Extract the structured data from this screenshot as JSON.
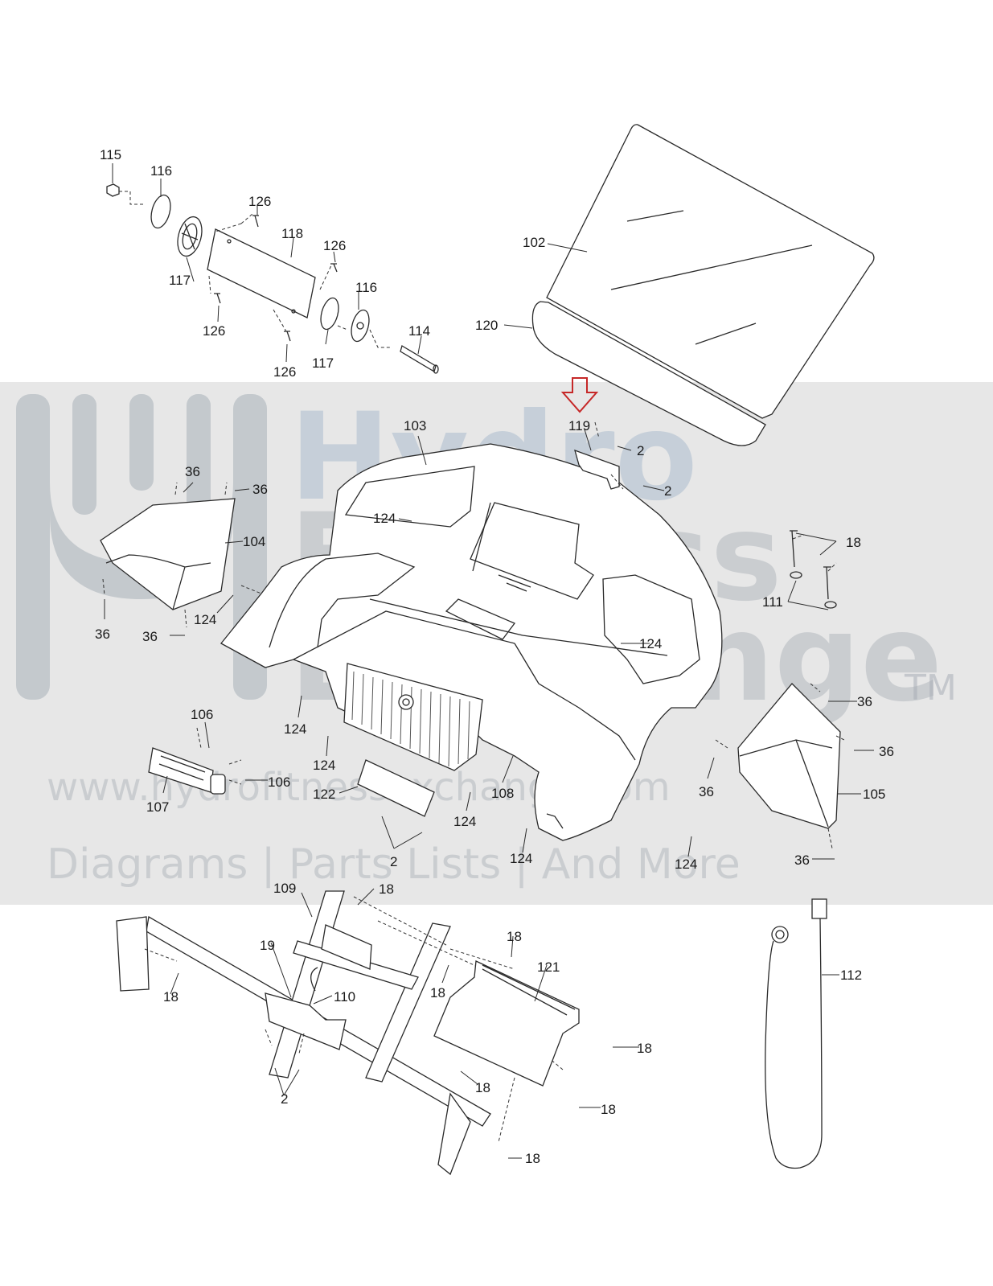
{
  "watermark": {
    "brand_line1": "Hydro",
    "brand_line2": "Fitness",
    "brand_line3": "Exchange",
    "trademark": "TM",
    "url": "www.hydrofitnessexchange.com",
    "tagline": "Diagrams | Parts Lists | And More"
  },
  "highlight_arrow_color": "#c62828",
  "callouts": {
    "c115": "115",
    "c116a": "116",
    "c126a": "126",
    "c118": "118",
    "c126b": "126",
    "c117a": "117",
    "c126c": "126",
    "c116b": "116",
    "c126d": "126",
    "c117b": "117",
    "c114": "114",
    "c102": "102",
    "c120": "120",
    "c119": "119",
    "c2a": "2",
    "c2b": "2",
    "c103": "103",
    "c36a": "36",
    "c36b": "36",
    "c104": "104",
    "c124a": "124",
    "c36c": "36",
    "c36d": "36",
    "c124b": "124",
    "c18a": "18",
    "c111": "111",
    "c124c": "124",
    "c36e": "36",
    "c36f": "36",
    "c105": "105",
    "c36g": "36",
    "c36h": "36",
    "c106a": "106",
    "c106b": "106",
    "c107": "107",
    "c124d": "124",
    "c124e": "124",
    "c122": "122",
    "c108": "108",
    "c124f": "124",
    "c2c": "2",
    "c124g": "124",
    "c124h": "124",
    "c109": "109",
    "c18b": "18",
    "c19": "19",
    "c110": "110",
    "c18c": "18",
    "c18d": "18",
    "c121": "121",
    "c18e": "18",
    "c18f": "18",
    "c18g": "18",
    "c18h": "18",
    "c2d": "2",
    "c18i": "18",
    "c112": "112"
  }
}
